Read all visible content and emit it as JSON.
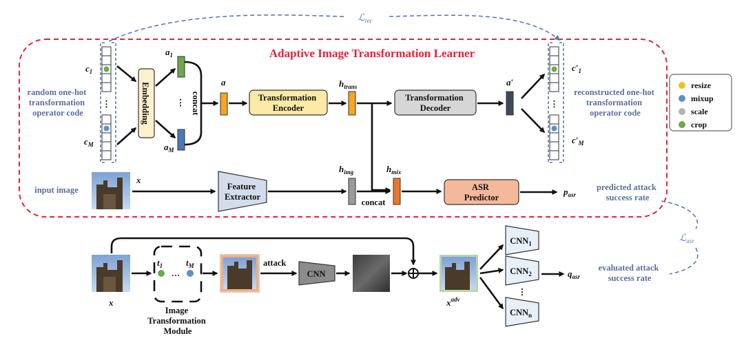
{
  "title": "Adaptive Image Transformation Learner",
  "loss_rec": {
    "main": "ℒ",
    "sub": "rec"
  },
  "loss_asr": {
    "main": "ℒ",
    "sub": "asr"
  },
  "left_code": {
    "c1": {
      "main": "c",
      "sub": "1"
    },
    "cM": {
      "main": "c",
      "sub": "M"
    },
    "ellipsis": "⋮",
    "label_lines": [
      "random one-hot",
      "transformation",
      "operator code"
    ]
  },
  "right_code": {
    "c1": {
      "main": "c′",
      "sub": "1"
    },
    "cM": {
      "main": "c′",
      "sub": "M"
    },
    "ellipsis": "⋮",
    "label_lines": [
      "reconstructed one-hot",
      "transformation",
      "operator code"
    ]
  },
  "embedding": {
    "label": "Embedding"
  },
  "emb_outputs": {
    "a1": {
      "main": "a",
      "sub": "1"
    },
    "aM": {
      "main": "a",
      "sub": "M"
    },
    "ellipsis": "⋮",
    "concat": "concat"
  },
  "a_label": "a",
  "encoder": {
    "lines": [
      "Transformation",
      "Encoder"
    ]
  },
  "h_trans": {
    "main": "h",
    "sub": "trans"
  },
  "decoder": {
    "lines": [
      "Transformation",
      "Decoder"
    ]
  },
  "a_prime": "a′",
  "input": {
    "label": "input image",
    "x": "x"
  },
  "feature_extractor": {
    "lines": [
      "Feature",
      "Extractor"
    ]
  },
  "h_img": {
    "main": "h",
    "sub": "img"
  },
  "h_mix": {
    "main": "h",
    "sub": "mix"
  },
  "concat2": "concat",
  "asr_predictor": {
    "lines": [
      "ASR",
      "Predictor"
    ]
  },
  "p_asr": {
    "main": "p",
    "sub": "asr"
  },
  "predicted_label": [
    "predicted attack",
    "success rate"
  ],
  "legend": [
    {
      "label": "resize",
      "color": "#f2c21b"
    },
    {
      "label": "mixup",
      "color": "#5f8fc8"
    },
    {
      "label": "scale",
      "color": "#b3b3b3"
    },
    {
      "label": "crop",
      "color": "#6ea84a"
    }
  ],
  "bottom": {
    "x": "x",
    "t1": {
      "main": "t",
      "sub": "1"
    },
    "tM": {
      "main": "t",
      "sub": "M"
    },
    "dots": "…",
    "module_lines": [
      "Image",
      "Transformation",
      "Module"
    ],
    "attack": "attack",
    "cnn": "CNN",
    "plus": "⊕",
    "x_adv": {
      "main": "x",
      "sup": "adv"
    },
    "cnn1": {
      "main": "CNN",
      "sub": "1"
    },
    "cnn2": {
      "main": "CNN",
      "sub": "2"
    },
    "cnnn": {
      "main": "CNN",
      "sub": "n"
    },
    "vdots": "⋮",
    "q_asr": {
      "main": "q",
      "sub": "asr"
    },
    "evaluated_label": [
      "evaluated attack",
      "success rate"
    ]
  },
  "colors": {
    "red_dashed": "#e8213a",
    "blue_dashed": "#5a78b4",
    "encoder_fill": "#fbe9a6",
    "embedding_fill": "#fdf0cf",
    "decoder_fill": "#d6d6d6",
    "feature_fill": "#d3dcea",
    "asr_fill": "#f4b89a",
    "a_orange": "#f5a623",
    "mix_orange": "#e9772b",
    "a_green": "#6ea84a",
    "a_blue": "#4a79b3",
    "a_prime_dark": "#3e4a5a",
    "himg_grey": "#9a9a9a",
    "cnn_grey": "#8c8c8c",
    "cnn_light": "#e6f0f6"
  }
}
